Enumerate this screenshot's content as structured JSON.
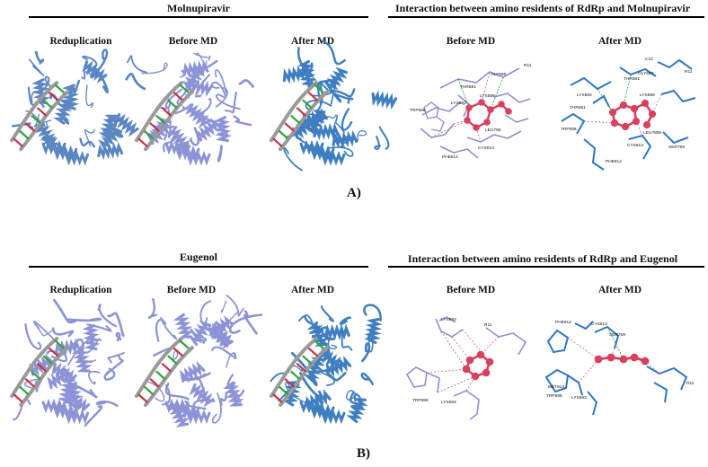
{
  "panel_a": {
    "left_header": "Molnupiravir",
    "right_header": "Interaction between amino residents of RdRp and Molnupiravir",
    "labels": {
      "reduplication": "Reduplication",
      "before_md": "Before MD",
      "after_md": "After MD",
      "int_before_md": "Before MD",
      "int_after_md": "After MD"
    },
    "panel_label": "A)",
    "residues_before": [
      "GLY590",
      "THR591",
      "LYS593",
      "LYS589",
      "TRP598",
      "LEU758",
      "CYS813",
      "PHE812",
      "R11"
    ],
    "residues_after": [
      "C12",
      "THR591",
      "GLY590",
      "LYS593",
      "LYS589",
      "THR591",
      "TRP598",
      "LEU7888",
      "CYS813",
      "PHE812",
      "SER759",
      "R11"
    ]
  },
  "panel_b": {
    "left_header": "Eugenol",
    "right_header": "Interaction between amino residents of RdRp and Eugenol",
    "labels": {
      "reduplication": "Reduplication",
      "before_md": "Before MD",
      "after_md": "After MD",
      "int_before_md": "Before MD",
      "int_after_md": "After MD"
    },
    "panel_label": "B)",
    "residues_before": [
      "LYS593",
      "R11",
      "TRP598",
      "LYS593"
    ],
    "residues_after": [
      "PHE812",
      "CYS813",
      "SER759",
      "MET814",
      "TRP598",
      "LYS593",
      "R11"
    ]
  },
  "colors": {
    "protein_reduplication": "#5b86c4",
    "protein_before": "#8c93d6",
    "protein_after": "#3f7fc1",
    "ligand": "#d8405e",
    "residue_before": "#8f8fd6",
    "residue_after": "#2f76c4",
    "dna_green": "#2fa33a",
    "dna_red": "#c83244",
    "dna_backbone": "#9a9a9a"
  }
}
